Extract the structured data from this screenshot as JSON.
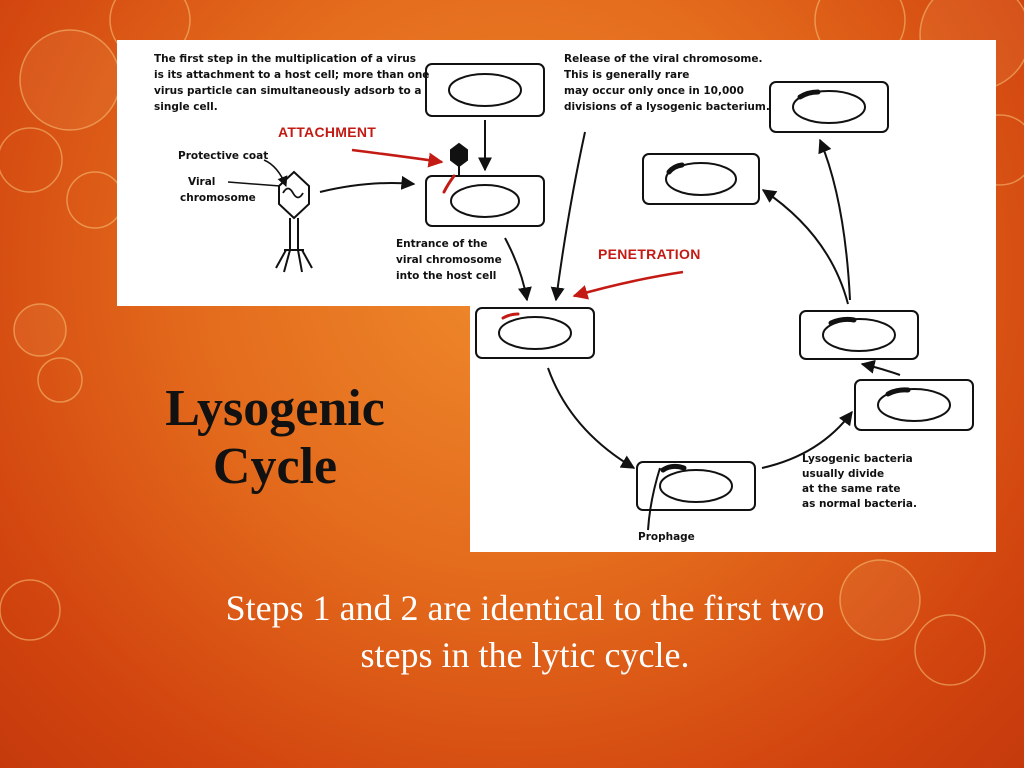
{
  "slide": {
    "title_line1": "Lysogenic",
    "title_line2": "Cycle",
    "caption_line1": "Steps 1 and 2 are identical to the first two",
    "caption_line2": "steps in the lytic cycle."
  },
  "diagram": {
    "callout_attachment": "ATTACHMENT",
    "callout_penetration": "PENETRATION",
    "note_first_step": [
      "The first step in the multiplication of a virus",
      "is its attachment to a host cell; more than one",
      "virus particle can simultaneously adsorb to a",
      "single cell."
    ],
    "note_release": [
      "Release of the viral chromosome.",
      "This is generally rare",
      "may occur only once in 10,000",
      "divisions of a lysogenic bacterium."
    ],
    "label_protective_coat": "Protective coat",
    "label_viral_chromosome": [
      "Viral",
      "chromosome"
    ],
    "note_entrance": [
      "Entrance of the",
      "viral chromosome",
      "into the host cell"
    ],
    "note_division": [
      "Lysogenic bacteria",
      "usually divide",
      "at the same rate",
      "as normal bacteria."
    ],
    "label_prophage": "Prophage"
  },
  "colors": {
    "callout_red": "#c41a14",
    "background_orange": "#e36a1c",
    "ink": "#111111"
  }
}
